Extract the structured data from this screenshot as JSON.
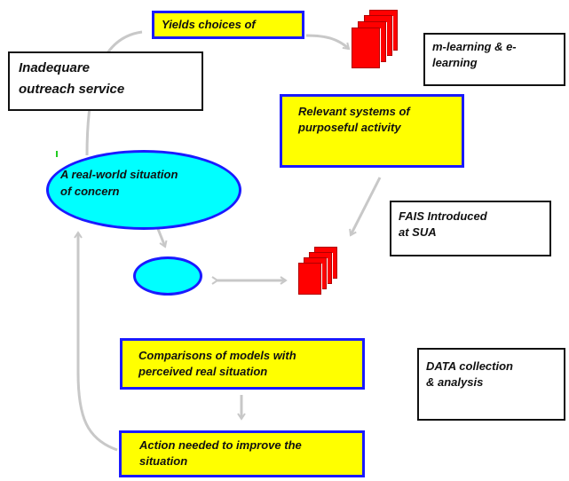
{
  "boxes": {
    "yields_choices": "Yields choices of",
    "inadequate_outreach": "Inadequare\noutreach service",
    "m_learning": "m-learning & e-\nlearning",
    "relevant_systems": "Relevant systems of\npurposeful activity",
    "fais_introduced": "FAIS  Introduced\nat SUA",
    "comparisons": "Comparisons of models with\nperceived real situation",
    "data_collection": "DATA collection\n& analysis",
    "action_needed": "Action needed to improve the\nsituation"
  },
  "ovals": {
    "real_world": "A real-world situation\nof concern"
  },
  "colors": {
    "box_fill": "#ffff00",
    "box_border": "#1a1aff",
    "oval_fill": "#00ffff",
    "document_icon": "#ff0000",
    "arrow": "#c8c8c8"
  },
  "icons": [
    "document-stack-icon",
    "document-stack-icon"
  ]
}
